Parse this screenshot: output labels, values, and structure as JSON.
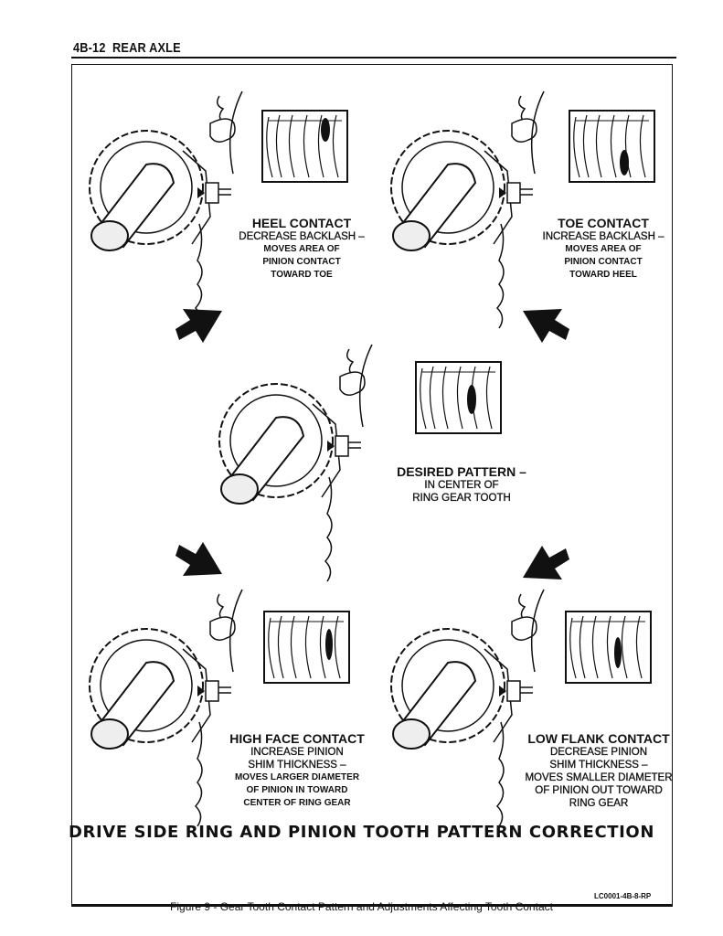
{
  "header": {
    "page": "4B-12",
    "section": "REAR AXLE"
  },
  "panels": {
    "heel": {
      "title": "HEEL CONTACT",
      "lines": [
        "DECREASE BACKLASH –",
        "MOVES AREA OF",
        "PINION CONTACT",
        "TOWARD TOE"
      ]
    },
    "toe": {
      "title": "TOE CONTACT",
      "lines": [
        "INCREASE BACKLASH –",
        "MOVES AREA OF",
        "PINION CONTACT",
        "TOWARD HEEL"
      ]
    },
    "desired": {
      "title": "DESIRED PATTERN –",
      "lines": [
        "IN CENTER OF",
        "RING GEAR TOOTH"
      ]
    },
    "high_face": {
      "title": "HIGH FACE CONTACT",
      "lines": [
        "INCREASE PINION",
        "SHIM THICKNESS –",
        "MOVES LARGER DIAMETER",
        "OF PINION IN TOWARD",
        "CENTER OF RING GEAR"
      ]
    },
    "low_flank": {
      "title": "LOW FLANK CONTACT",
      "lines": [
        "DECREASE PINION",
        "SHIM THICKNESS –",
        "MOVES SMALLER DIAMETER",
        "OF PINION OUT TOWARD",
        "RING GEAR"
      ]
    }
  },
  "diagram_title": "DRIVE SIDE RING AND PINION TOOTH PATTERN CORRECTION",
  "figure_code": "LC0001-4B-8-RP",
  "caption": "Figure 9 - Gear Tooth Contact Pattern and Adjustments Affecting Tooth Contact"
}
